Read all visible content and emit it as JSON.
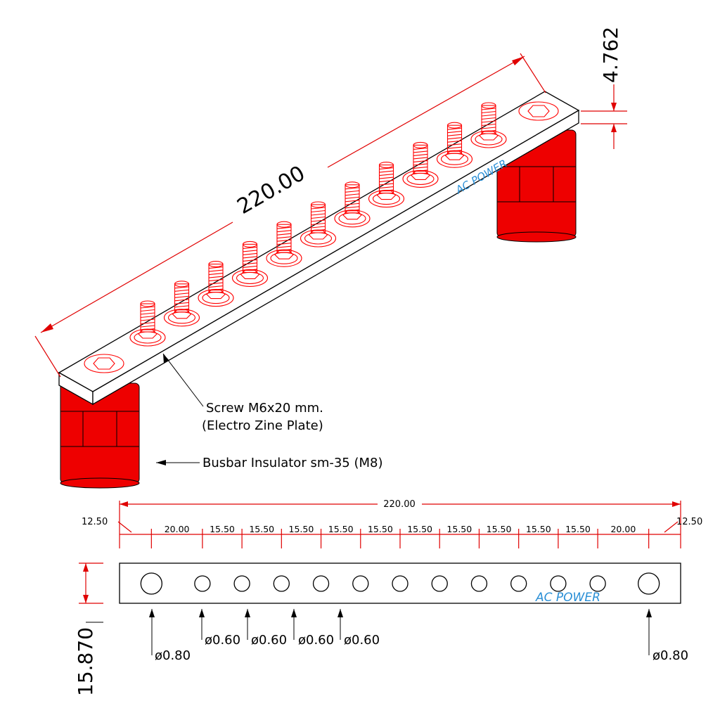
{
  "iso": {
    "length_label": "220.00",
    "thickness_label": "4.762",
    "screw_note_line1": "Screw M6x20 mm.",
    "screw_note_line2": "(Electro Zine Plate)",
    "insulator_note": "Busbar Insulator sm-35 (M8)",
    "brand": "AC POWER",
    "bolt_count": 11
  },
  "plan": {
    "total_label": "220.00",
    "edge_left": "12.50",
    "edge_right": "12.50",
    "segments": [
      "20.00",
      "15.50",
      "15.50",
      "15.50",
      "15.50",
      "15.50",
      "15.50",
      "15.50",
      "15.50",
      "15.50",
      "15.50",
      "20.00"
    ],
    "height_label": "15.870",
    "hole_large_left": "ø0.80",
    "hole_large_right": "ø0.80",
    "hole_small_labels": [
      "ø0.60",
      "ø0.60",
      "ø0.60",
      "ø0.60"
    ],
    "brand": "AC POWER",
    "small_hole_count": 11
  },
  "colors": {
    "dimension": "#e00000",
    "insulator": "#ee0000",
    "brand": "#2a8fd6"
  }
}
